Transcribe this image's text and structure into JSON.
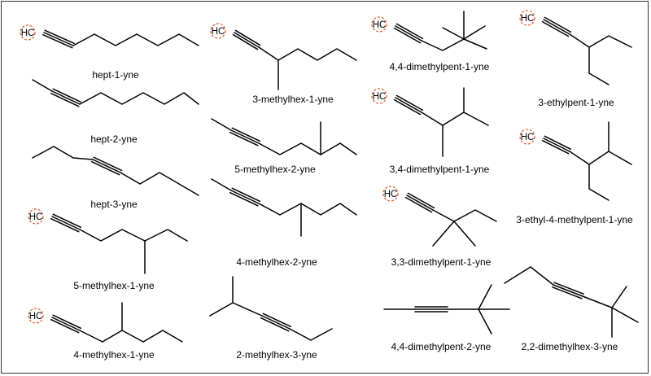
{
  "molecules": [
    {
      "id": "hept-1-yne",
      "name": "hept-1-yne",
      "hc": "HC"
    },
    {
      "id": "hept-2-yne",
      "name": "hept-2-yne"
    },
    {
      "id": "hept-3-yne",
      "name": "hept-3-yne"
    },
    {
      "id": "5-methylhex-1-yne",
      "name": "5-methylhex-1-yne",
      "hc": "HC"
    },
    {
      "id": "4-methylhex-1-yne",
      "name": "4-methylhex-1-yne",
      "hc": "HC"
    },
    {
      "id": "3-methylhex-1-yne",
      "name": "3-methylhex-1-yne",
      "hc": "HC"
    },
    {
      "id": "5-methylhex-2-yne",
      "name": "5-methylhex-2-yne"
    },
    {
      "id": "4-methylhex-2-yne",
      "name": "4-methylhex-2-yne"
    },
    {
      "id": "2-methylhex-3-yne",
      "name": "2-methylhex-3-yne"
    },
    {
      "id": "4,4-dimethylpent-1-yne",
      "name": "4,4-dimethylpent-1-yne",
      "hc": "HC"
    },
    {
      "id": "3,4-dimethylpent-1-yne",
      "name": "3,4-dimethylpent-1-yne",
      "hc": "HC"
    },
    {
      "id": "3,3-dimethylpent-1-yne",
      "name": "3,3-dimethylpent-1-yne",
      "hc": "HC"
    },
    {
      "id": "4,4-dimethylpent-2-yne",
      "name": "4,4-dimethylpent-2-yne"
    },
    {
      "id": "3-ethylpent-1-yne",
      "name": "3-ethylpent-1-yne",
      "hc": "HC"
    },
    {
      "id": "3-ethyl-4-methylpent-1-yne",
      "name": "3-ethyl-4-methylpent-1-yne",
      "hc": "HC"
    },
    {
      "id": "2,2-dimethylhex-3-yne",
      "name": "2,2-dimethylhex-3-yne"
    }
  ]
}
